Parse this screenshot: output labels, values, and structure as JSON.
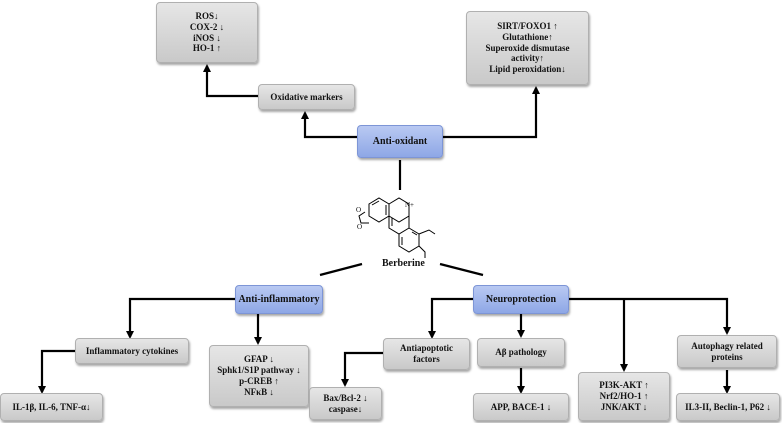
{
  "center": {
    "name": "Berberine"
  },
  "top_hub": {
    "label": "Anti-oxidant",
    "left_branch": {
      "label": "Oxidative markers",
      "items": [
        "ROS↓",
        "COX-2 ↓",
        "iNOS ↓",
        "HO-1 ↑"
      ]
    },
    "right_branch": {
      "items": [
        "SIRT/FOXO1 ↑",
        "Glutathione↑",
        "Superoxide dismutase",
        "activity↑",
        "Lipid peroxidation↓"
      ]
    }
  },
  "left_hub": {
    "label": "Anti-inflammatory",
    "cytokines": {
      "label": "Inflammatory cytokines",
      "result": "IL-1β, IL-6, TNF-α↓"
    },
    "markers": [
      "GFAP ↓",
      "Sphk1/S1P pathway ↓",
      "p-CREB ↑",
      "NFκB ↓"
    ]
  },
  "right_hub": {
    "label": "Neuroprotection",
    "antiapoptotic": {
      "label": [
        "Antiapoptotic",
        "factors"
      ],
      "result": [
        "Bax/Bcl-2 ↓",
        "caspase↓"
      ]
    },
    "abeta": {
      "label": "Aβ pathology",
      "result": "APP, BACE-1 ↓"
    },
    "pathways": [
      "PI3K-AKT ↑",
      "Nrf2/HO-1 ↑",
      "JNK/AKT ↓"
    ],
    "autophagy": {
      "label": [
        "Autophagy related",
        "proteins"
      ],
      "result": "IL3-II, Beclin-1, P62 ↓"
    }
  },
  "molecule": {
    "atom_labels": [
      "N+",
      "O",
      "O"
    ]
  },
  "colors": {
    "hub_fill": "#9db3ea",
    "box_fill": "#d6d6d6",
    "line": "#000000"
  }
}
